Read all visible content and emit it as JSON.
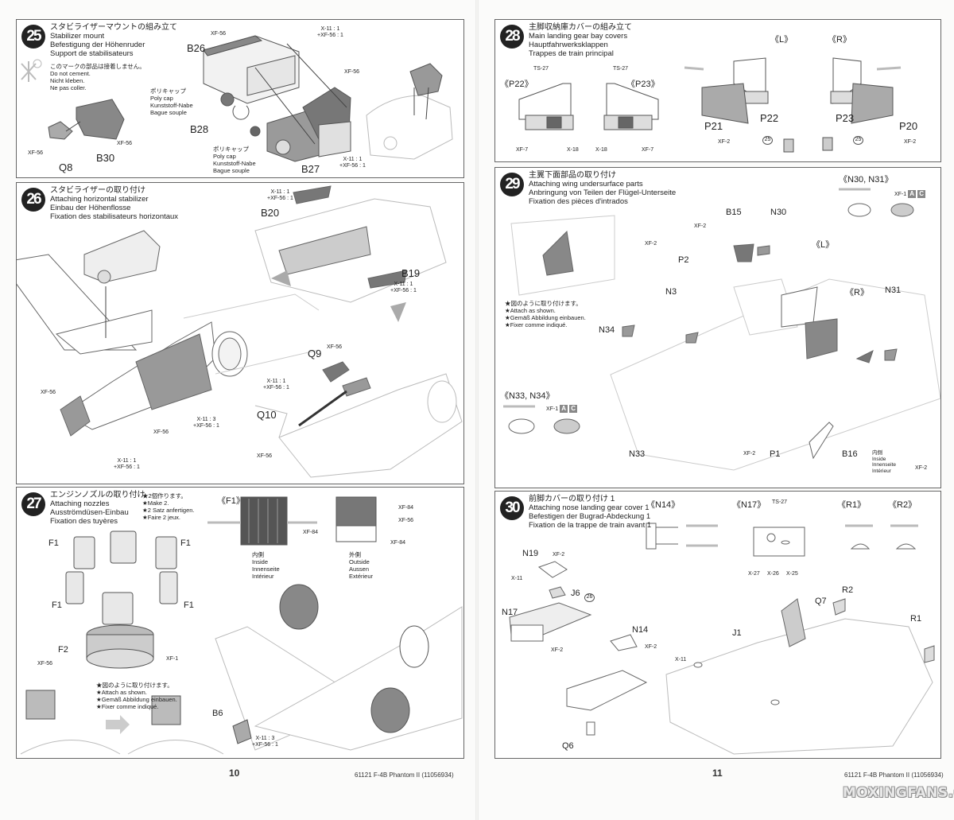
{
  "left_page": {
    "page_number": "10",
    "footer": "61121  F-4B Phantom II (11056934)",
    "step25": {
      "number": "25",
      "title_jp": "スタビライザーマウントの組み立て",
      "title_en": "Stabilizer mount",
      "title_de": "Befestigung der Höhenruder",
      "title_fr": "Support de stabilisateurs",
      "no_cement_jp": "このマークの部品は接着しません。",
      "no_cement_en": "Do not cement.",
      "no_cement_de": "Nicht kleben.",
      "no_cement_fr": "Ne pas coller.",
      "polycap_1": [
        "ポリキャップ",
        "Poly cap",
        "Kunststoff-Nabe",
        "Bague souple"
      ],
      "polycap_2": [
        "ポリキャップ",
        "Poly cap",
        "Kunststoff-Nabe",
        "Bague souple"
      ],
      "parts": {
        "b26": "B26",
        "b28": "B28",
        "b27": "B27",
        "b30": "B30",
        "q8": "Q8"
      },
      "paints": {
        "xf56_b26": "XF-56",
        "mix_top_1": "X-11 : 1",
        "mix_top_2": "+XF-56 : 1",
        "xf56_right": "XF-56",
        "mix_b27_1": "X-11 : 1",
        "mix_b27_2": "+XF-56 : 1",
        "xf56_b30": "XF-56",
        "xf56_q8": "XF-56"
      }
    },
    "step26": {
      "number": "26",
      "title_jp": "スタビライザーの取り付け",
      "title_en": "Attaching horizontal stabilizer",
      "title_de": "Einbau der Höhenflosse",
      "title_fr": "Fixation des stabilisateurs horizontaux",
      "parts": {
        "b20": "B20",
        "b19": "B19",
        "q9": "Q9",
        "q10": "Q10"
      },
      "paints": {
        "b20_1": "X-11 : 1",
        "b20_2": "+XF-56 : 1",
        "b19_1": "X-11 : 1",
        "b19_2": "+XF-56 : 1",
        "xf56_nose": "XF-56",
        "xf56_mid": "XF-56",
        "mix3_1": "X-11 : 3",
        "mix3_2": "+XF-56 : 1",
        "bottom_1": "X-11 : 1",
        "bottom_2": "+XF-56 : 1",
        "q9_xf56": "XF-56",
        "q10_1": "X-11 : 1",
        "q10_2": "+XF-56 : 1",
        "q10_xf56": "XF-56"
      }
    },
    "step27": {
      "number": "27",
      "title_jp": "エンジンノズルの取り付け",
      "title_en": "Attaching nozzles",
      "title_de": "Ausströmdüsen-Einbau",
      "title_fr": "Fixation des tuyères",
      "make2": [
        "★2個作ります。",
        "★Make 2.",
        "★2 Satz anfertigen.",
        "★Faire 2 jeux."
      ],
      "f1_header": "《F1》",
      "inside": [
        "内側",
        "Inside",
        "Innenseite",
        "Intérieur"
      ],
      "outside": [
        "外側",
        "Outside",
        "Aussen",
        "Extérieur"
      ],
      "attach_as_shown": [
        "★図のように取り付けます。",
        "★Attach as shown.",
        "★Gemäß Abbildung einbauen.",
        "★Fixer comme indiqué."
      ],
      "parts": {
        "f1": "F1",
        "f2": "F2",
        "b6": "B6"
      },
      "paints": {
        "inside_xf84": "XF-84",
        "outside_xf84_top": "XF-84",
        "outside_xf56": "XF-56",
        "outside_xf84_bottom": "XF-84",
        "f2_xf56": "XF-56",
        "f2_xf1": "XF-1",
        "b6_1": "X-11 : 3",
        "b6_2": "+XF-56 : 1"
      }
    }
  },
  "right_page": {
    "page_number": "11",
    "footer": "61121  F-4B Phantom II (11056934)",
    "watermark": "MOXINGFANS.COM",
    "step28": {
      "number": "28",
      "title_jp": "主脚収納庫カバーの組み立て",
      "title_en": "Main landing gear bay covers",
      "title_de": "Hauptfahrwerksklappen",
      "title_fr": "Trappes de train principal",
      "views": {
        "p22": "《P22》",
        "p23": "《P23》",
        "l": "《L》",
        "r": "《R》"
      },
      "parts": {
        "p21": "P21",
        "p22": "P22",
        "p23": "P23",
        "p20": "P20"
      },
      "paints": {
        "ts27_a": "TS-27",
        "ts27_b": "TS-27",
        "xf7_a": "XF-7",
        "x18_a": "X-18",
        "x18_b": "X-18",
        "xf7_b": "XF-7",
        "xf2_l": "XF-2",
        "xf2_r": "XF-2"
      },
      "decal_l": "25",
      "decal_r": "25"
    },
    "step29": {
      "number": "29",
      "title_jp": "主翼下面部品の取り付け",
      "title_en": "Attaching wing undersurface parts",
      "title_de": "Anbringung von Teilen der Flügel-Unterseite",
      "title_fr": "Fixation des pièces d'intrados",
      "attach_as_shown": [
        "★図のように取り付けます。",
        "★Attach as shown.",
        "★Gemäß Abbildung einbauen.",
        "★Fixer comme indiqué."
      ],
      "views": {
        "n30_n31": "《N30, N31》",
        "n33_n34": "《N33, N34》",
        "l": "《L》",
        "r": "《R》"
      },
      "parts": {
        "b15": "B15",
        "n30": "N30",
        "p2": "P2",
        "n3": "N3",
        "n31": "N31",
        "n34": "N34",
        "n33": "N33",
        "p1": "P1",
        "b16": "B16"
      },
      "b16_inside": [
        "内側",
        "Inside",
        "Innenseite",
        "Intérieur"
      ],
      "paints": {
        "xf1_top": "XF-1",
        "ac_top_a": "A",
        "ac_top_c": "C",
        "xf2_b15": "XF-2",
        "xf2_p2": "XF-2",
        "xf1_bottom": "XF-1",
        "ac_bot_a": "A",
        "ac_bot_c": "C",
        "xf2_p1": "XF-2",
        "xf2_b16": "XF-2"
      }
    },
    "step30": {
      "number": "30",
      "title_jp": "前脚カバーの取り付け 1",
      "title_en": "Attaching nose landing gear cover 1",
      "title_de": "Befestigen der Bugrad-Abdeckung 1",
      "title_fr": "Fixation de la trappe de train avant 1",
      "views": {
        "n14": "《N14》",
        "n17": "《N17》",
        "r1": "《R1》",
        "r2": "《R2》"
      },
      "parts": {
        "n19": "N19",
        "j6": "J6",
        "n17": "N17",
        "n14": "N14",
        "q6": "Q6",
        "j1": "J1",
        "q7": "Q7",
        "r2": "R2",
        "r1": "R1"
      },
      "paints": {
        "ts27": "TS-27",
        "x27": "X-27",
        "x26": "X-26",
        "x25": "X-25",
        "xf2_n19": "XF-2",
        "x11_j6": "X-11",
        "xf2_n17": "XF-2",
        "xf2_n14": "XF-2",
        "x11_j1": "X-11"
      },
      "decal": "26"
    }
  }
}
